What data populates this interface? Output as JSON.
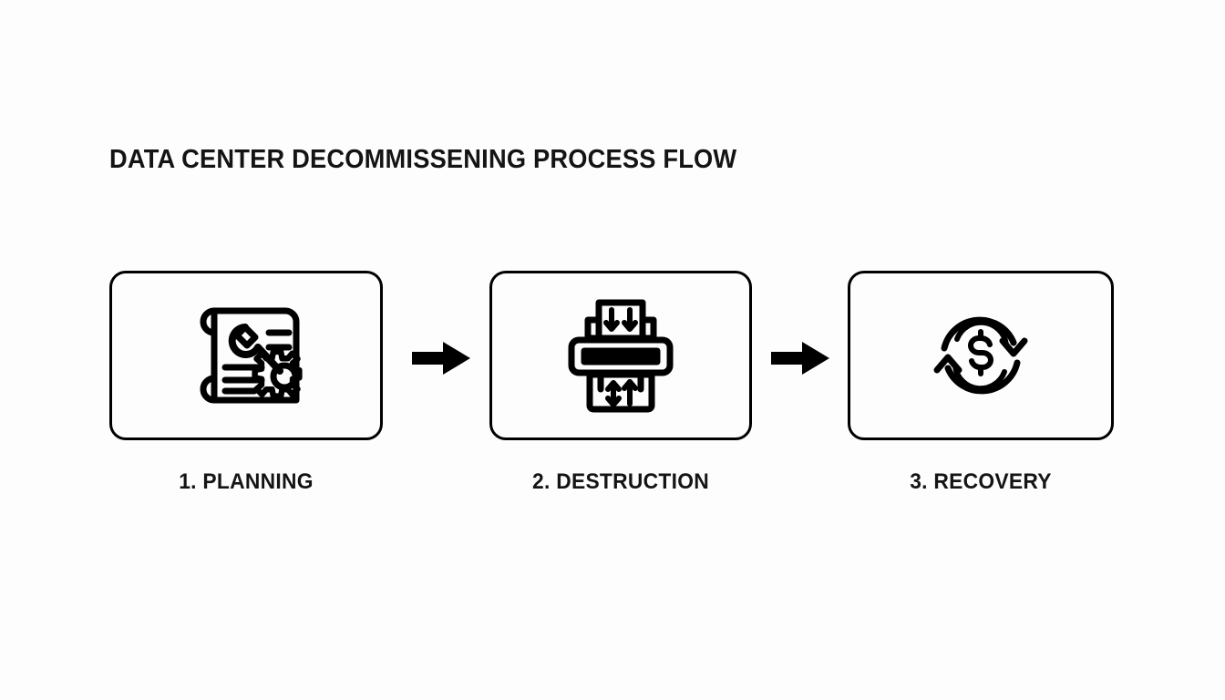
{
  "page": {
    "title": "DATA CENTER DECOMMISSENING PROCESS FLOW",
    "background_color": "#fdfdfd",
    "ink_color": "#000000"
  },
  "flow": {
    "steps": [
      {
        "label": "1. PLANNING",
        "icon": "scroll-wrench-gear-icon"
      },
      {
        "label": "2. DESTRUCTION",
        "icon": "shredder-icon"
      },
      {
        "label": "3. RECOVERY",
        "icon": "circular-arrows-dollar-icon"
      }
    ],
    "connectors": [
      {
        "icon": "arrow-right-icon"
      },
      {
        "icon": "arrow-right-icon"
      }
    ]
  }
}
